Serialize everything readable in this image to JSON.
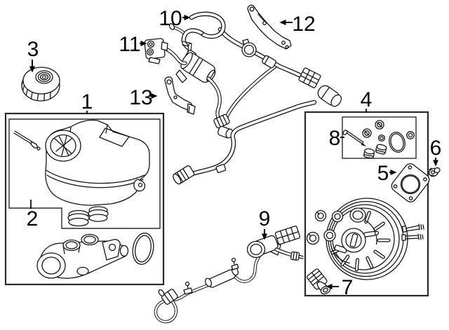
{
  "diagram": {
    "background_color": "#ffffff",
    "line_color": "#161616",
    "callouts": [
      "1",
      "2",
      "3",
      "4",
      "5",
      "6",
      "7",
      "8",
      "9",
      "10",
      "11",
      "12",
      "13"
    ]
  }
}
